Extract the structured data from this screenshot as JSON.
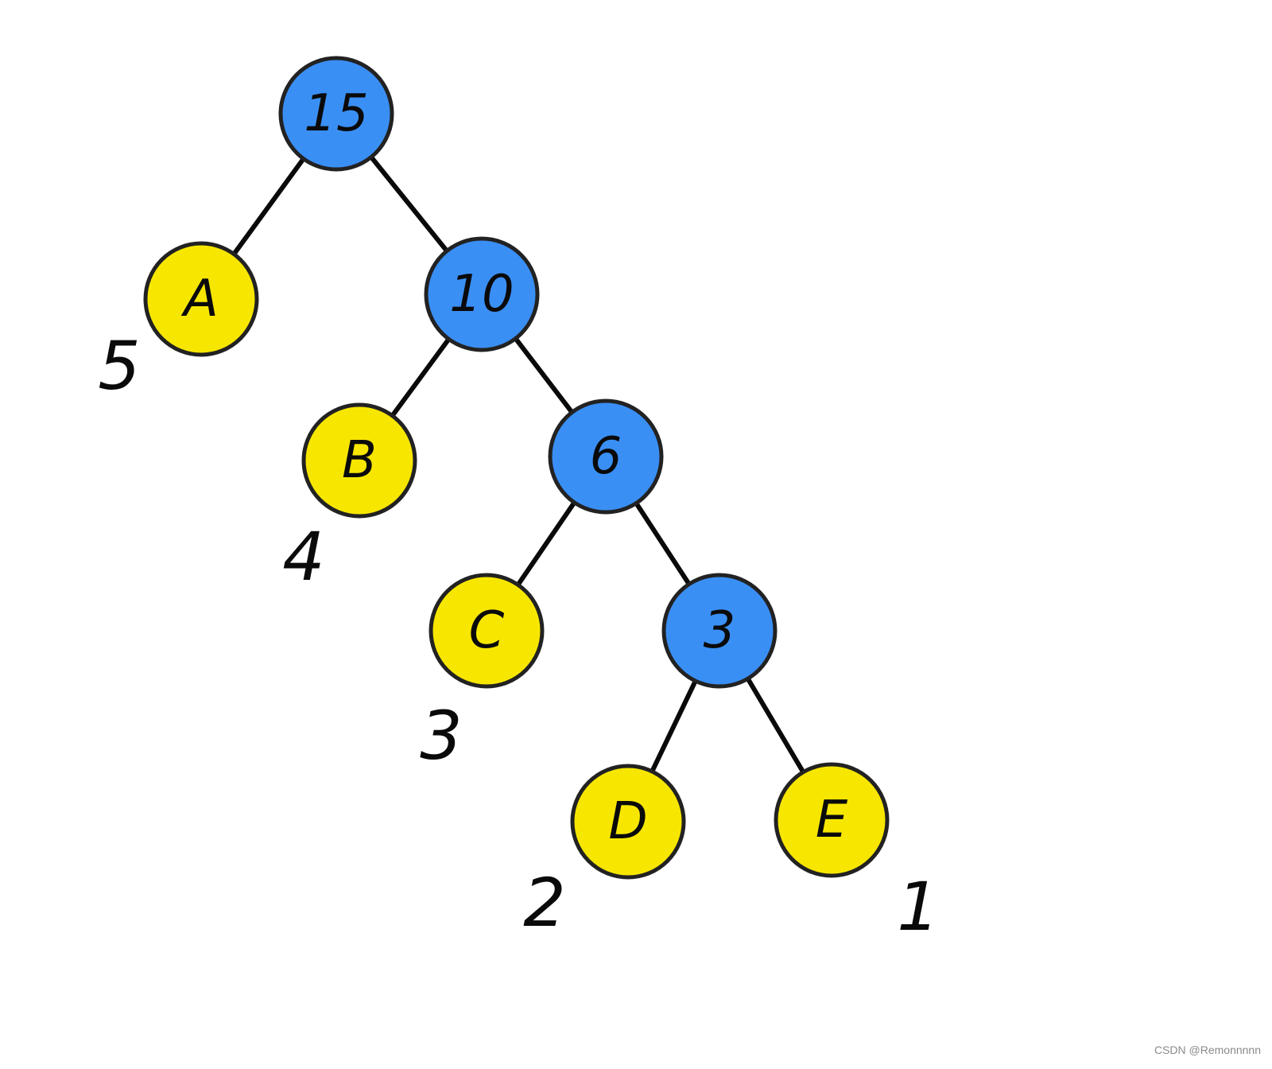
{
  "tree": {
    "colors": {
      "internal": "#3a8ff5",
      "leaf": "#f7e700",
      "edge": "#0a0a0a"
    },
    "nodes": [
      {
        "id": "n15",
        "label": "15",
        "kind": "internal"
      },
      {
        "id": "A",
        "label": "A",
        "kind": "leaf",
        "weight": "5"
      },
      {
        "id": "n10",
        "label": "10",
        "kind": "internal"
      },
      {
        "id": "B",
        "label": "B",
        "kind": "leaf",
        "weight": "4"
      },
      {
        "id": "n6",
        "label": "6",
        "kind": "internal"
      },
      {
        "id": "C",
        "label": "C",
        "kind": "leaf",
        "weight": "3"
      },
      {
        "id": "n3",
        "label": "3",
        "kind": "internal"
      },
      {
        "id": "D",
        "label": "D",
        "kind": "leaf",
        "weight": "2"
      },
      {
        "id": "E",
        "label": "E",
        "kind": "leaf",
        "weight": "1"
      }
    ],
    "edges": [
      [
        "n15",
        "A"
      ],
      [
        "n15",
        "n10"
      ],
      [
        "n10",
        "B"
      ],
      [
        "n10",
        "n6"
      ],
      [
        "n6",
        "C"
      ],
      [
        "n6",
        "n3"
      ],
      [
        "n3",
        "D"
      ],
      [
        "n3",
        "E"
      ]
    ]
  },
  "watermark": "CSDN @Remonnnnn"
}
